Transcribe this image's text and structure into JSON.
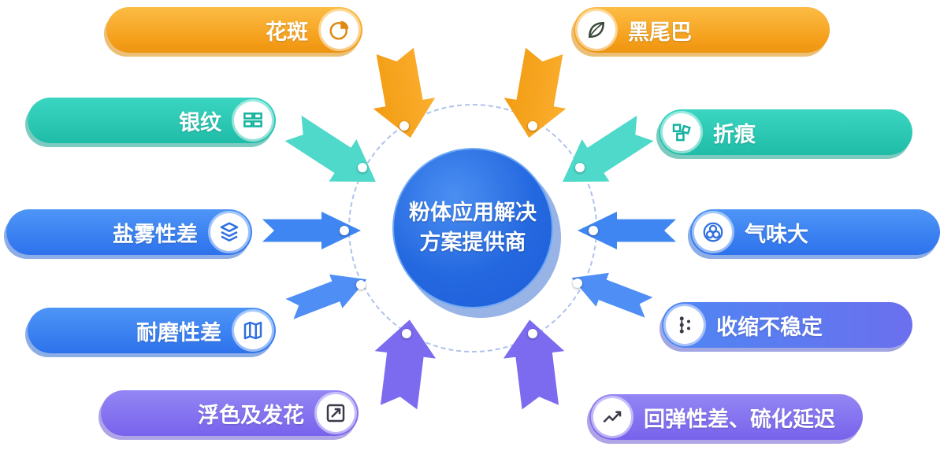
{
  "center": {
    "line1": "粉体应用解决",
    "line2": "方案提供商"
  },
  "colors": {
    "orange": "#F5A01C",
    "teal": "#1FBCA8",
    "blue": "#2D72EC",
    "purple": "#7763EC",
    "center_blue": "#2468E0"
  },
  "items": [
    {
      "label": "花斑",
      "icon": "pie-chart-icon",
      "color": "orange",
      "side": "left"
    },
    {
      "label": "黑尾巴",
      "icon": "leaf-icon",
      "color": "orange",
      "side": "right"
    },
    {
      "label": "银纹",
      "icon": "bricks-icon",
      "color": "teal",
      "side": "left"
    },
    {
      "label": "折痕",
      "icon": "puzzle-icon",
      "color": "teal",
      "side": "right"
    },
    {
      "label": "盐雾性差",
      "icon": "layers-icon",
      "color": "blue",
      "side": "left"
    },
    {
      "label": "气味大",
      "icon": "rings-icon",
      "color": "blue",
      "side": "right"
    },
    {
      "label": "耐磨性差",
      "icon": "map-icon",
      "color": "blue",
      "side": "left"
    },
    {
      "label": "收缩不稳定",
      "icon": "dots-branch-icon",
      "color": "blueviolet",
      "side": "right"
    },
    {
      "label": "浮色及发花",
      "icon": "arrow-up-box-icon",
      "color": "purple",
      "side": "left"
    },
    {
      "label": "回弹性差、硫化延迟",
      "icon": "trend-line-icon",
      "color": "purple",
      "side": "right"
    }
  ]
}
